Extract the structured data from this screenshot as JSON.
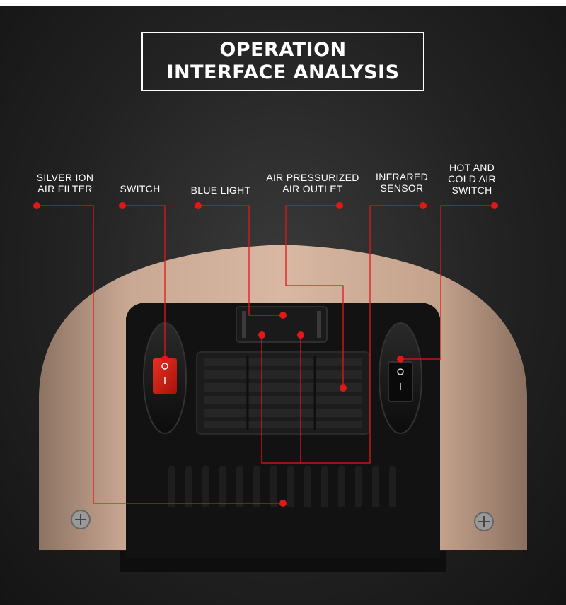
{
  "title": {
    "line1": "OPERATION",
    "line2": "INTERFACE ANALYSIS"
  },
  "labels": {
    "silver_ion_filter": {
      "line1": "SILVER ION",
      "line2": "AIR FILTER"
    },
    "switch": {
      "line1": "SWITCH"
    },
    "blue_light": {
      "line1": "BLUE LIGHT"
    },
    "air_outlet": {
      "line1": "AIR PRESSURIZED",
      "line2": "AIR OUTLET"
    },
    "infrared_sensor": {
      "line1": "INFRARED",
      "line2": "SENSOR"
    },
    "hot_cold_switch": {
      "line1": "HOT AND",
      "line2": "COLD AIR",
      "line3": "SWITCH"
    }
  },
  "colors": {
    "accent": "#e01818",
    "body_gold": "#c5a48e",
    "panel_black": "#111111"
  }
}
